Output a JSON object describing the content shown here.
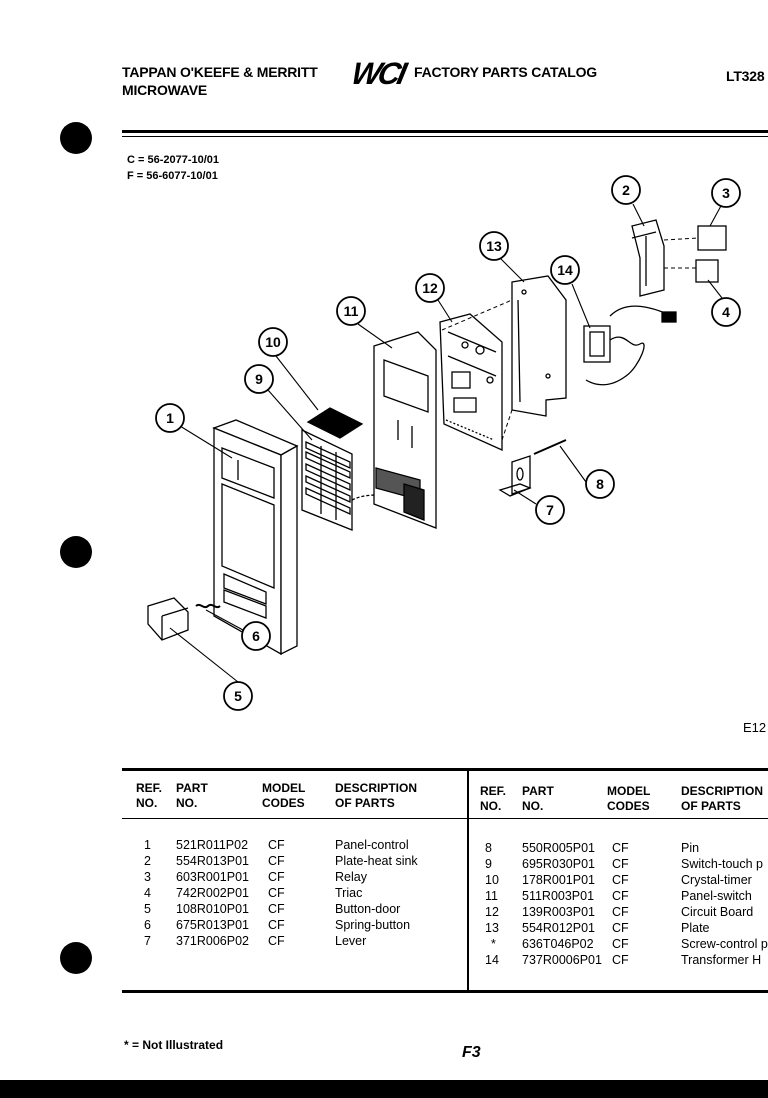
{
  "header": {
    "brand": "TAPPAN O'KEEFE & MERRITT",
    "product": "MICROWAVE",
    "logo_text": "WCI",
    "catalog_title": "FACTORY PARTS CATALOG",
    "model_number": "LT328"
  },
  "model_codes": [
    "C = 56-2077-10/01",
    "F = 56-6077-10/01"
  ],
  "diagram": {
    "figure_code": "E12",
    "callouts": [
      "1",
      "2",
      "3",
      "4",
      "5",
      "6",
      "7",
      "8",
      "9",
      "10",
      "11",
      "12",
      "13",
      "14"
    ]
  },
  "table": {
    "headers": {
      "ref": [
        "REF.",
        "NO."
      ],
      "part": [
        "PART",
        "NO."
      ],
      "model": [
        "MODEL",
        "CODES"
      ],
      "desc": [
        "DESCRIPTION",
        "OF PARTS"
      ]
    },
    "left_rows": [
      {
        "ref": "1",
        "part": "521R011P02",
        "model": "CF",
        "desc": "Panel-control"
      },
      {
        "ref": "2",
        "part": "554R013P01",
        "model": "CF",
        "desc": "Plate-heat sink"
      },
      {
        "ref": "3",
        "part": "603R001P01",
        "model": "CF",
        "desc": "Relay"
      },
      {
        "ref": "4",
        "part": "742R002P01",
        "model": "CF",
        "desc": "Triac"
      },
      {
        "ref": "5",
        "part": "108R010P01",
        "model": "CF",
        "desc": "Button-door"
      },
      {
        "ref": "6",
        "part": "675R013P01",
        "model": "CF",
        "desc": "Spring-button"
      },
      {
        "ref": "7",
        "part": "371R006P02",
        "model": "CF",
        "desc": "Lever"
      }
    ],
    "right_rows": [
      {
        "ref": "8",
        "part": "550R005P01",
        "model": "CF",
        "desc": "Pin"
      },
      {
        "ref": "9",
        "part": "695R030P01",
        "model": "CF",
        "desc": "Switch-touch p"
      },
      {
        "ref": "10",
        "part": "178R001P01",
        "model": "CF",
        "desc": "Crystal-timer"
      },
      {
        "ref": "11",
        "part": "511R003P01",
        "model": "CF",
        "desc": "Panel-switch"
      },
      {
        "ref": "12",
        "part": "139R003P01",
        "model": "CF",
        "desc": "Circuit Board"
      },
      {
        "ref": "13",
        "part": "554R012P01",
        "model": "CF",
        "desc": "Plate"
      },
      {
        "ref": "*",
        "part": "636T046P02",
        "model": "CF",
        "desc": "Screw-control p"
      },
      {
        "ref": "14",
        "part": "737R0006P01",
        "model": "CF",
        "desc": "Transformer H"
      }
    ]
  },
  "footer": {
    "note": "* = Not Illustrated",
    "page": "F3"
  }
}
